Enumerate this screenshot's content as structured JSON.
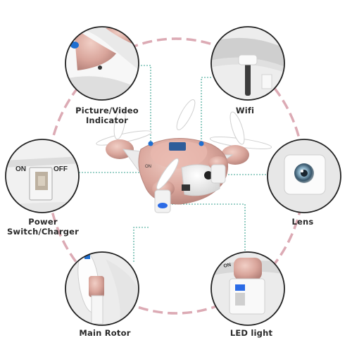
{
  "labels": {
    "picture_video": [
      "Picture/Video",
      "Indicator"
    ],
    "wifi": "Wifi",
    "power": [
      "Power",
      "Switch/Charger"
    ],
    "lens": "Lens",
    "main_rotor": "Main Rotor",
    "led_light": "LED light"
  },
  "switch_text": {
    "on": "ON",
    "off": "OFF"
  },
  "colors": {
    "ring_dash": "#dcaab4",
    "leader_line": "#3aa391",
    "drone_body": "#d9a59b",
    "drone_white": "#f1f1f1",
    "label_text": "#2a2a2a"
  }
}
